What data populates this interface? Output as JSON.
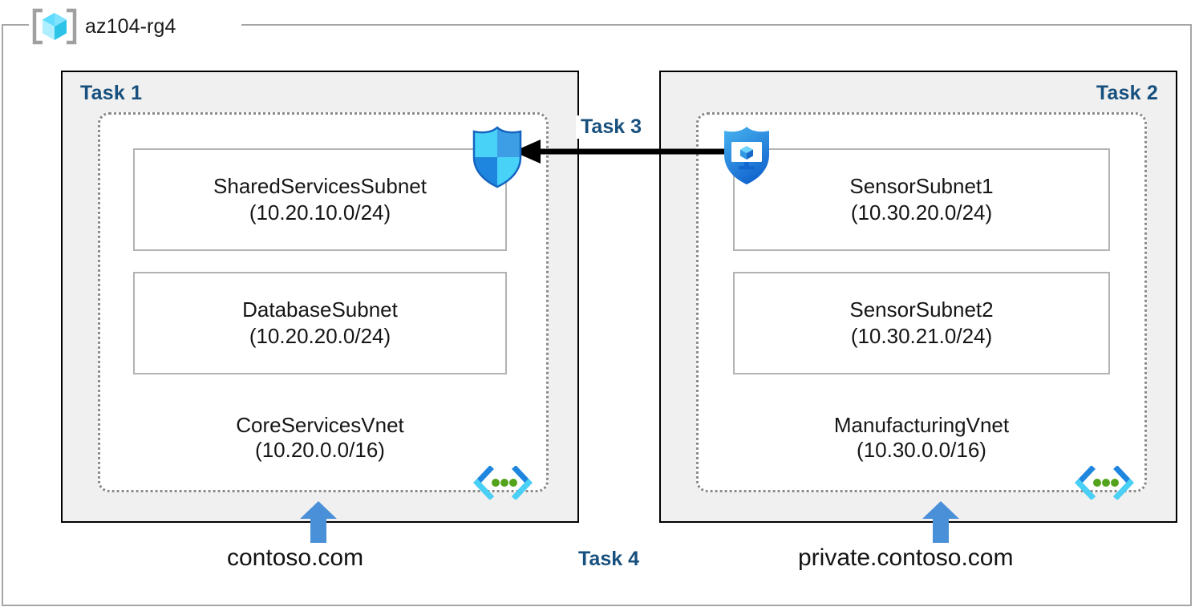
{
  "resource_group": {
    "name": "az104-rg4",
    "icon": "azure-resource-group-cube-icon"
  },
  "panels": [
    {
      "id": "task1",
      "label": "Task 1",
      "label_align": "left",
      "vnet": {
        "name": "CoreServicesVnet",
        "cidr": "(10.20.0.0/16)",
        "icon": "azure-virtual-network-icon",
        "subnets": [
          {
            "name": "SharedServicesSubnet",
            "cidr": "(10.20.10.0/24)"
          },
          {
            "name": "DatabaseSubnet",
            "cidr": "(10.20.20.0/24)"
          }
        ]
      },
      "dns": {
        "label": "contoso.com",
        "icon": "up-arrow-icon"
      },
      "attached_icon": "network-security-group-shield-icon"
    },
    {
      "id": "task2",
      "label": "Task 2",
      "label_align": "right",
      "vnet": {
        "name": "ManufacturingVnet",
        "cidr": "(10.30.0.0/16)",
        "icon": "azure-virtual-network-icon",
        "subnets": [
          {
            "name": "SensorSubnet1",
            "cidr": "(10.30.20.0/24)"
          },
          {
            "name": "SensorSubnet2",
            "cidr": "(10.30.21.0/24)"
          }
        ]
      },
      "dns": {
        "label": "private.contoso.com",
        "icon": "up-arrow-icon"
      },
      "attached_icon": "vm-protection-shield-icon"
    }
  ],
  "connections": [
    {
      "id": "task3",
      "label": "Task 3",
      "icon": "left-arrow-icon",
      "direction": "right-to-left"
    }
  ],
  "standalone_labels": [
    {
      "id": "task4",
      "label": "Task 4"
    }
  ],
  "colors": {
    "task_label": "#17507e",
    "panel_fill": "#f0f0f0",
    "panel_border": "#000000",
    "vnet_border": "#8a8a8a",
    "subnet_border": "#b3b3b3",
    "rg_border": "#a6a6a6",
    "arrow_blue": "#4a90d9",
    "arrow_black": "#000000",
    "cube_light": "#50e6ff",
    "cube_dark": "#0f8fc6",
    "bracket_gray": "#a0a0a0",
    "shield_cyan": "#32bdf0",
    "shield_blue": "#1b84d8",
    "vnet_dot_green": "#54a31c"
  }
}
